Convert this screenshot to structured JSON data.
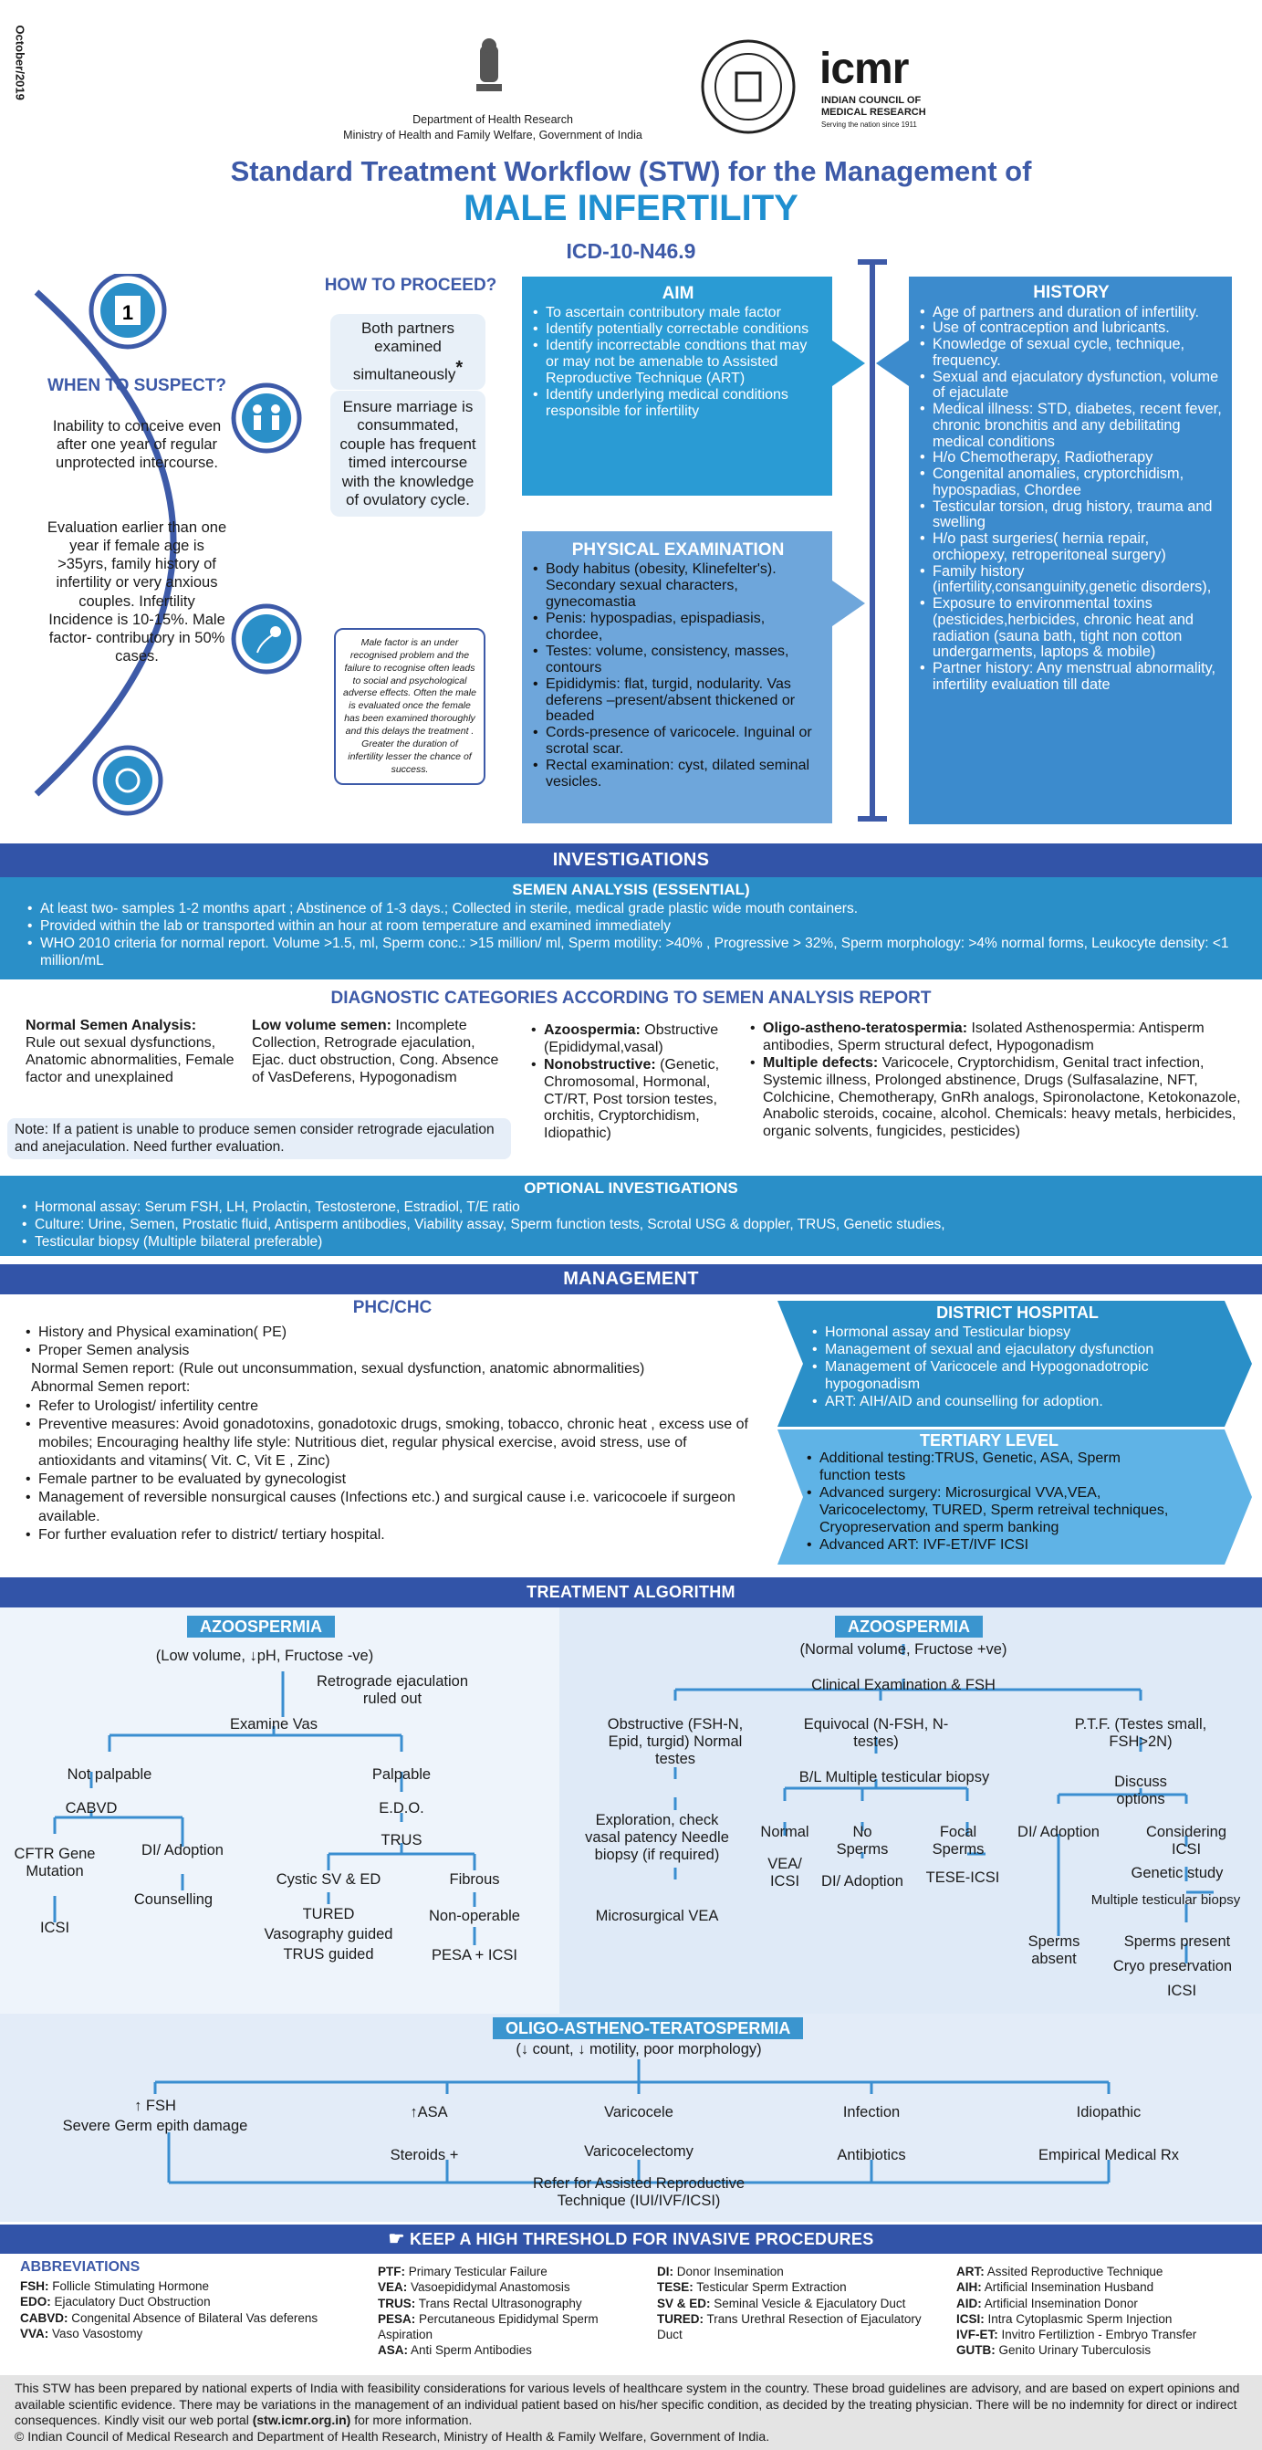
{
  "side_date": "October/2019",
  "header": {
    "dept": "Department of Health Research",
    "ministry": "Ministry of Health and Family Welfare, Government of India",
    "icmr_logo": "icmr",
    "icmr_sub1": "INDIAN COUNCIL OF",
    "icmr_sub2": "MEDICAL RESEARCH",
    "icmr_tag": "Serving the nation since 1911"
  },
  "title": {
    "line1": "Standard Treatment Workflow (STW) for the Management of",
    "line2": "MALE INFERTILITY",
    "icd": "ICD-10-N46.9"
  },
  "when": {
    "heading": "WHEN TO SUSPECT?",
    "p1": "Inability to conceive even after one year of regular unprotected intercourse.",
    "p2": "Evaluation earlier than one year if female age is >35yrs, family history of infertility or very anxious couples. Infertility Incidence is 10-15%. Male factor- contributory in 50% cases."
  },
  "how": {
    "heading": "HOW TO PROCEED?",
    "box1": "Both partners examined simultaneously",
    "star": "*",
    "box2": "Ensure marriage is consummated, couple has frequent timed intercourse with the knowledge of ovulatory cycle.",
    "note": "Male factor is an under recognised problem and the failure to recognise often leads to social and psychological adverse effects. Often the male is evaluated once the female has been examined thoroughly and this delays the treatment . Greater the duration of infertility lesser the chance of success."
  },
  "aim": {
    "title": "AIM",
    "items": [
      "To ascertain  contributory male factor",
      "Identify potentially correctable conditions",
      "Identify incorrectable condtions that may or may not be amenable to Assisted Reproductive Technique (ART)",
      "Identify underlying medical conditions responsible for infertility"
    ]
  },
  "physical": {
    "title": "PHYSICAL EXAMINATION",
    "items": [
      "Body habitus (obesity, Klinefelter's). Secondary sexual characters, gynecomastia",
      "Penis: hypospadias, epispadiasis, chordee,",
      "Testes: volume, consistency, masses, contours",
      "Epididymis: flat, turgid, nodularity. Vas deferens –present/absent thickened or beaded",
      "Cords-presence of varicocele. Inguinal or scrotal  scar.",
      "Rectal examination: cyst, dilated seminal vesicles."
    ]
  },
  "history": {
    "title": "HISTORY",
    "items": [
      "Age of partners and duration of infertility.",
      "Use of contraception and lubricants.",
      "Knowledge of sexual cycle, technique, frequency.",
      "Sexual and ejaculatory dysfunction, volume of ejaculate",
      "Medical illness: STD, diabetes, recent fever, chronic bronchitis and any debilitating medical conditions",
      "H/o Chemotherapy, Radiotherapy",
      "Congenital anomalies, cryptorchidism, hypospadias, Chordee",
      "Testicular torsion, drug history, trauma and swelling",
      "H/o past surgeries( hernia repair, orchiopexy, retroperitoneal surgery)",
      "Family history (infertility,consanguinity,genetic disorders),",
      "Exposure to environmental toxins (pesticides,herbicides, chronic heat and radiation (sauna bath, tight non cotton undergarments, laptops & mobile)",
      "Partner history: Any menstrual abnormality, infertility evaluation till date"
    ]
  },
  "investigations": {
    "title": "INVESTIGATIONS",
    "semen_title": "SEMEN ANALYSIS (ESSENTIAL)",
    "semen_items": [
      "At least two- samples 1-2 months apart ; Abstinence of 1-3 days.; Collected in sterile, medical grade plastic wide mouth containers.",
      "Provided within the lab or transported within an hour at room temperature and examined immediately",
      "WHO 2010 criteria for normal report. Volume >1.5, ml, Sperm conc.: >15 million/ ml, Sperm motility: >40% , Progressive > 32%, Sperm morphology: >4% normal forms, Leukocyte density: <1 million/mL"
    ],
    "diag_title": "DIAGNOSTIC CATEGORIES ACCORDING TO SEMEN ANALYSIS REPORT",
    "normal_h": "Normal Semen Analysis:",
    "normal_t": "Rule out sexual dysfunctions, Anatomic abnormalities, Female factor and unexplained",
    "low_h": "Low volume semen:",
    "low_t": "Incomplete Collection, Retrograde ejaculation, Ejac. duct obstruction, Cong. Absence of VasDeferens, Hypogonadism",
    "azo_h": "Azoospermia:",
    "azo_1": "Obstructive (Epididymal,vasal)",
    "azo_2h": "Nonobstructive:",
    "azo_2": "(Genetic, Chromosomal, Hormonal, CT/RT, Post torsion testes, orchitis, Cryptorchidism, Idiopathic)",
    "oat_h": "Oligo-astheno-teratospermia:",
    "oat_1": "Isolated Asthenospermia: Antisperm antibodies, Sperm structural defect, Hypogonadism",
    "oat_2h": "Multiple defects:",
    "oat_2": "Varicocele, Cryptorchidism, Genital tract infection, Systemic illness, Prolonged abstinence, Drugs (Sulfasalazine, NFT,  Colchicine, Chemotherapy, GnRh analogs, Spironolactone, Ketokonazole, Anabolic steroids, cocaine, alcohol. Chemicals: heavy metals, herbicides, organic solvents, fungicides, pesticides)",
    "note": "Note: If a patient is unable to produce semen consider retrograde ejaculation and anejaculation. Need further evaluation.",
    "opt_title": "OPTIONAL INVESTIGATIONS",
    "opt_items": [
      "Hormonal assay: Serum FSH, LH, Prolactin, Testosterone, Estradiol, T/E ratio",
      "Culture: Urine, Semen, Prostatic fluid, Antisperm antibodies, Viability assay, Sperm function tests, Scrotal USG & doppler, TRUS, Genetic studies,",
      "Testicular biopsy (Multiple bilateral preferable)"
    ]
  },
  "management": {
    "title": "MANAGEMENT",
    "phc_title": "PHC/CHC",
    "phc_items": [
      "History and Physical examination( PE)",
      "Proper Semen analysis"
    ],
    "phc_normal": "Normal Semen report: (Rule out unconsummation, sexual dysfunction, anatomic abnormalities)",
    "phc_abnormal": "Abnormal Semen report:",
    "phc_items2": [
      "Refer to Urologist/ infertility centre",
      "Preventive measures: Avoid gonadotoxins, gonadotoxic drugs,  smoking, tobacco, chronic heat , excess use of mobiles; Encouraging healthy life style: Nutritious diet, regular physical exercise, avoid stress, use of antioxidants and vitamins( Vit. C, Vit E , Zinc)",
      "Female partner to be evaluated by gynecologist",
      "Management of reversible nonsurgical causes (Infections etc.) and surgical cause i.e. varicocoele if surgeon available.",
      "For further evaluation refer to district/ tertiary hospital."
    ],
    "district_title": "DISTRICT HOSPITAL",
    "district_items": [
      "Hormonal assay and Testicular biopsy",
      "Management of sexual and ejaculatory dysfunction",
      "Management of Varicocele and Hypogonadotropic hypogonadism",
      "ART: AIH/AID and counselling for adoption."
    ],
    "tertiary_title": "TERTIARY LEVEL",
    "tertiary_items": [
      "Additional testing:TRUS, Genetic, ASA, Sperm function tests",
      "Advanced surgery: Microsurgical VVA,VEA, Varicocelectomy, TURED, Sperm retreival techniques, Cryopreservation and sperm banking",
      "Advanced ART: IVF-ET/IVF ICSI"
    ]
  },
  "algo": {
    "title": "TREATMENT ALGORITHM",
    "left": {
      "chip": "AZOOSPERMIA",
      "sub": "(Low volume, ↓pH, Fructose -ve)",
      "retro": "Retrograde ejaculation ruled out",
      "exam": "Examine Vas",
      "np": "Not palpable",
      "p": "Palpable",
      "cabvd": "CABVD",
      "edo": "E.D.O.",
      "trus": "TRUS",
      "cftr": "CFTR Gene Mutation",
      "di": "DI/ Adoption",
      "couns": "Counselling",
      "icsi": "ICSI",
      "cystic": "Cystic SV & ED",
      "fibrous": "Fibrous",
      "tured": "TURED",
      "vaso": "Vasography guided",
      "trusg": "TRUS guided",
      "nonop": "Non-operable",
      "pesa": "PESA + ICSI"
    },
    "right": {
      "chip": "AZOOSPERMIA",
      "sub": "(Normal volume, Fructose +ve)",
      "clin": "Clinical Examination & FSH",
      "obs": "Obstructive (FSH-N, Epid, turgid) Normal testes",
      "equ": "Equivocal (N-FSH, N-testes)",
      "ptf": "P.T.F. (Testes small, FSH>2N)",
      "blm": "B/L Multiple testicular biopsy",
      "explor": "Exploration, check vasal patency Needle biopsy (if required)",
      "micro": "Microsurgical VEA",
      "normal": "Normal",
      "vea": "VEA/ ICSI",
      "nosp": "No Sperms",
      "diad": "DI/ Adoption",
      "focal": "Focal Sperms",
      "tese": "TESE-ICSI",
      "discuss": "Discuss options",
      "diad2": "DI/ Adoption",
      "consider": "Considering ICSI",
      "genetic": "Genetic study",
      "multi": "Multiple testicular biopsy",
      "absent": "Sperms absent",
      "present": "Sperms present",
      "cryo": "Cryo preservation",
      "icsi2": "ICSI"
    },
    "oat": {
      "chip": "OLIGO-ASTHENO-TERATOSPERMIA",
      "sub": "(↓ count, ↓ motility, poor morphology)",
      "fsh": "↑ FSH",
      "germ": "Severe Germ epith damage",
      "asa": "↑ASA",
      "ster": "Steroids +",
      "vari": "Varicocele",
      "varic": "Varicocelectomy",
      "inf": "Infection",
      "anti": "Antibiotics",
      "idio": "Idiopathic",
      "emp": "Empirical Medical Rx",
      "refer": "Refer for Assisted Reproductive Technique (IUI/IVF/ICSI)"
    }
  },
  "threshold": "KEEP A HIGH THRESHOLD FOR INVASIVE PROCEDURES",
  "abbr": {
    "title": "ABBREVIATIONS",
    "col1": [
      [
        "FSH:",
        "Follicle Stimulating Hormone"
      ],
      [
        "EDO:",
        "Ejaculatory Duct Obstruction"
      ],
      [
        "CABVD:",
        "Congenital Absence of Bilateral Vas deferens"
      ],
      [
        "VVA:",
        "Vaso Vasostomy"
      ]
    ],
    "col2": [
      [
        "PTF:",
        "Primary Testicular Failure"
      ],
      [
        "VEA:",
        "Vasoepididymal Anastomosis"
      ],
      [
        "TRUS:",
        "Trans Rectal Ultrasonography"
      ],
      [
        "PESA:",
        "Percutaneous Epididymal Sperm Aspiration"
      ],
      [
        "ASA:",
        "Anti Sperm Antibodies"
      ]
    ],
    "col3": [
      [
        "DI:",
        "Donor Insemination"
      ],
      [
        "TESE:",
        "Testicular Sperm Extraction"
      ],
      [
        "SV & ED:",
        "Seminal Vesicle & Ejaculatory Duct"
      ],
      [
        "TURED:",
        "Trans Urethral  Resection of Ejaculatory Duct"
      ]
    ],
    "col4": [
      [
        "ART:",
        "Assited Reproductive Technique"
      ],
      [
        "AIH:",
        "Artificial Insemination Husband"
      ],
      [
        "AID:",
        "Artificial Insemination Donor"
      ],
      [
        "ICSI:",
        "Intra Cytoplasmic Sperm Injection"
      ],
      [
        "IVF-ET:",
        "Invitro Fertiliztion - Embryo Transfer"
      ],
      [
        "GUTB:",
        "Genito Urinary Tuberculosis"
      ]
    ]
  },
  "footer": {
    "text": "This STW has been prepared by national experts of India with feasibility considerations for various levels of healthcare system in the country. These broad guidelines are advisory, and are based on expert opinions and available scientific evidence. There may be variations in the management of an individual patient based on his/her specific condition, as decided by the treating physician. There will be no indemnity for direct or indirect consequences. Kindly visit our web portal",
    "url": "(stw.icmr.org.in)",
    "after": "for more information.",
    "copy": "© Indian Council of Medical Research and Department of Health Research, Ministry of Health & Family Welfare, Government of India."
  }
}
